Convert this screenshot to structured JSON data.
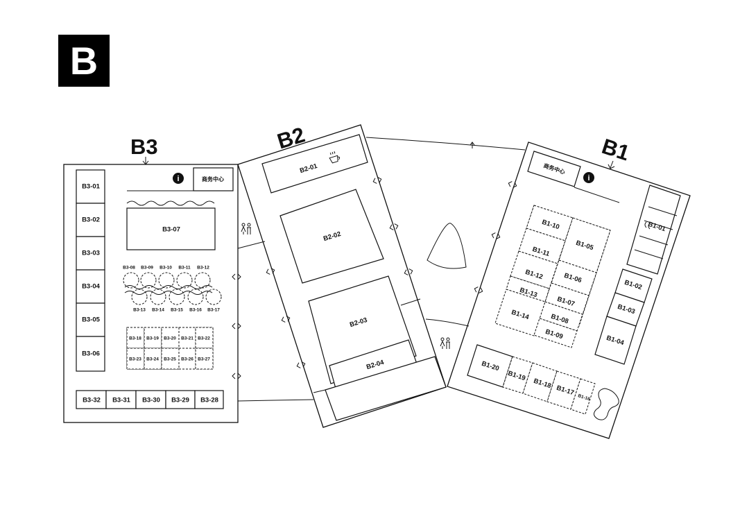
{
  "section": {
    "letter": "B"
  },
  "halls": {
    "b3": {
      "title": "B3",
      "business_center": "商务中心",
      "info_symbol": "i",
      "booths": {
        "b3_01": "B3-01",
        "b3_02": "B3-02",
        "b3_03": "B3-03",
        "b3_04": "B3-04",
        "b3_05": "B3-05",
        "b3_06": "B3-06",
        "b3_07": "B3-07",
        "b3_08": "B3-08",
        "b3_09": "B3-09",
        "b3_10": "B3-10",
        "b3_11": "B3-11",
        "b3_12": "B3-12",
        "b3_13": "B3-13",
        "b3_14": "B3-14",
        "b3_15": "B3-15",
        "b3_16": "B3-16",
        "b3_17": "B3-17",
        "b3_18": "B3-18",
        "b3_19": "B3-19",
        "b3_20": "B3-20",
        "b3_21": "B3-21",
        "b3_22": "B3-22",
        "b3_23": "B3-23",
        "b3_24": "B3-24",
        "b3_25": "B3-25",
        "b3_26": "B3-26",
        "b3_27": "B3-27",
        "b3_28": "B3-28",
        "b3_29": "B3-29",
        "b3_30": "B3-30",
        "b3_31": "B3-31",
        "b3_32": "B3-32"
      }
    },
    "b2": {
      "title": "B2",
      "booths": {
        "b2_01": "B2-01",
        "b2_02": "B2-02",
        "b2_03": "B2-03",
        "b2_04": "B2-04"
      }
    },
    "b1": {
      "title": "B1",
      "business_center": "商务中心",
      "info_symbol": "i",
      "booths": {
        "b1_01": "B1-01",
        "b1_02": "B1-02",
        "b1_03": "B1-03",
        "b1_04": "B1-04",
        "b1_05": "B1-05",
        "b1_06": "B1-06",
        "b1_07": "B1-07",
        "b1_08": "B1-08",
        "b1_09": "B1-09",
        "b1_10": "B1-10",
        "b1_11": "B1-11",
        "b1_12": "B1-12",
        "b1_13": "B1-13",
        "b1_14": "B1-14",
        "b1_16": "B1-16",
        "b1_17": "B1-17",
        "b1_18": "B1-18",
        "b1_19": "B1-19",
        "b1_20": "B1-20"
      }
    }
  },
  "icons": [
    "info-icon",
    "coffee-icon",
    "restroom-icon",
    "entrance-arrow-icon",
    "direction-arrow-icon",
    "sculpture-icon"
  ]
}
